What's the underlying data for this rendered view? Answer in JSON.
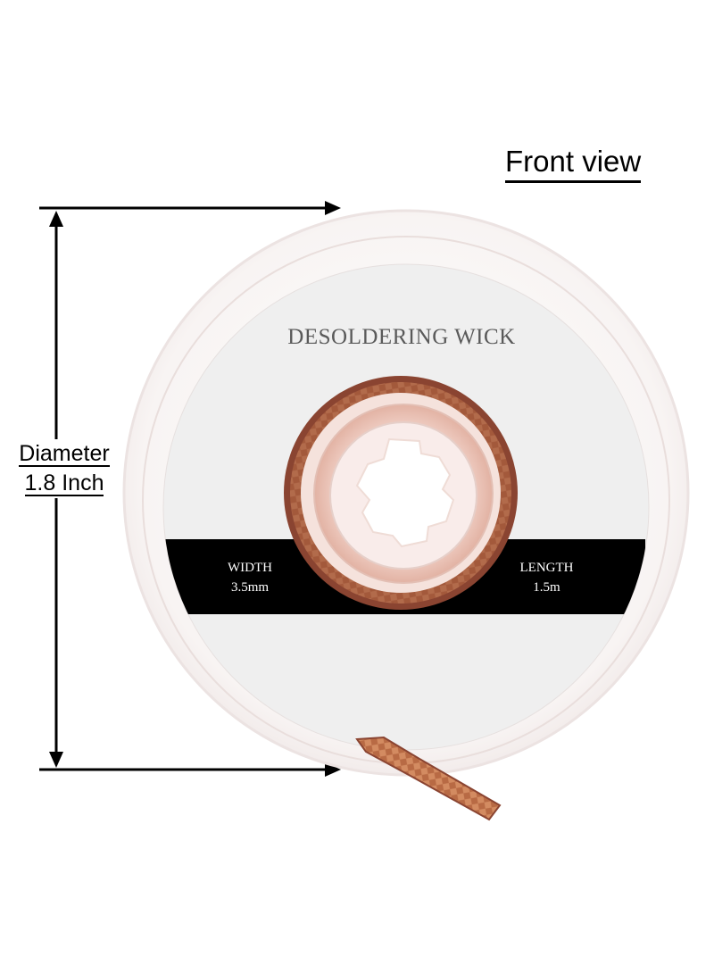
{
  "header": {
    "title": "Front view"
  },
  "dimension": {
    "label_line1": "Diameter",
    "label_line2": "1.8 Inch"
  },
  "product": {
    "name": "DESOLDERING WICK",
    "width_label": "WIDTH",
    "width_value": "3.5mm",
    "length_label": "LENGTH",
    "length_value": "1.5m"
  },
  "colors": {
    "copper": "#b5653f",
    "copper_dark": "#6e2f1c",
    "band": "#000000",
    "label_bg": "#efefef",
    "text_gray": "#5a5a5a"
  }
}
